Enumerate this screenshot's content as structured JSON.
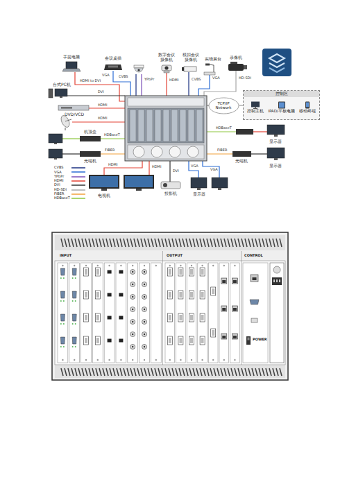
{
  "diagram": {
    "nodes": [
      {
        "text": [
          "TCP/IP Network"
        ]
      },
      {
        "text": [
          "控制区"
        ]
      },
      {
        "text": [
          "控制主机"
        ],
        "in": 1
      },
      {
        "text": [
          "IPAD/平板电脑"
        ],
        "in": 1
      },
      {
        "text": [
          "移动终端"
        ],
        "in": 1
      }
    ],
    "edges": [
      {
        "from": 0,
        "to": 1,
        "arrow": "none"
      }
    ],
    "labels": [
      "手提电脑",
      "会议桌插",
      "数字会议 摄像机",
      "模拟会议 摄像机",
      "实物展台",
      "录像机",
      "台式PC机",
      "DVD/VCD",
      "机顶盒",
      "光端机",
      "电视机",
      "投影机",
      "显示器",
      "显示器",
      "光端机",
      "显示器",
      "VGA",
      "CVBS",
      "YPbPr",
      "HDMI",
      "CVBS",
      "VGA",
      "HD-SDI",
      "HDMI to DVI",
      "DVI",
      "HDMI",
      "HDMI",
      "HDBaseT",
      "FIBER",
      "HDBaseT",
      "FIBER",
      "HDMI",
      "HDMI",
      "DVI",
      "VGA",
      "VGA",
      "INPUT",
      "OUTPUT",
      "CONTROL",
      "POWER"
    ],
    "legend": [
      {
        "text": "CVBS"
      },
      {
        "text": "VGA"
      },
      {
        "text": "YPbPr"
      },
      {
        "text": "HDMI"
      },
      {
        "text": "DVI"
      },
      {
        "text": "HD-SDI"
      },
      {
        "text": "FIBER"
      },
      {
        "text": "HDBaseT"
      }
    ]
  }
}
